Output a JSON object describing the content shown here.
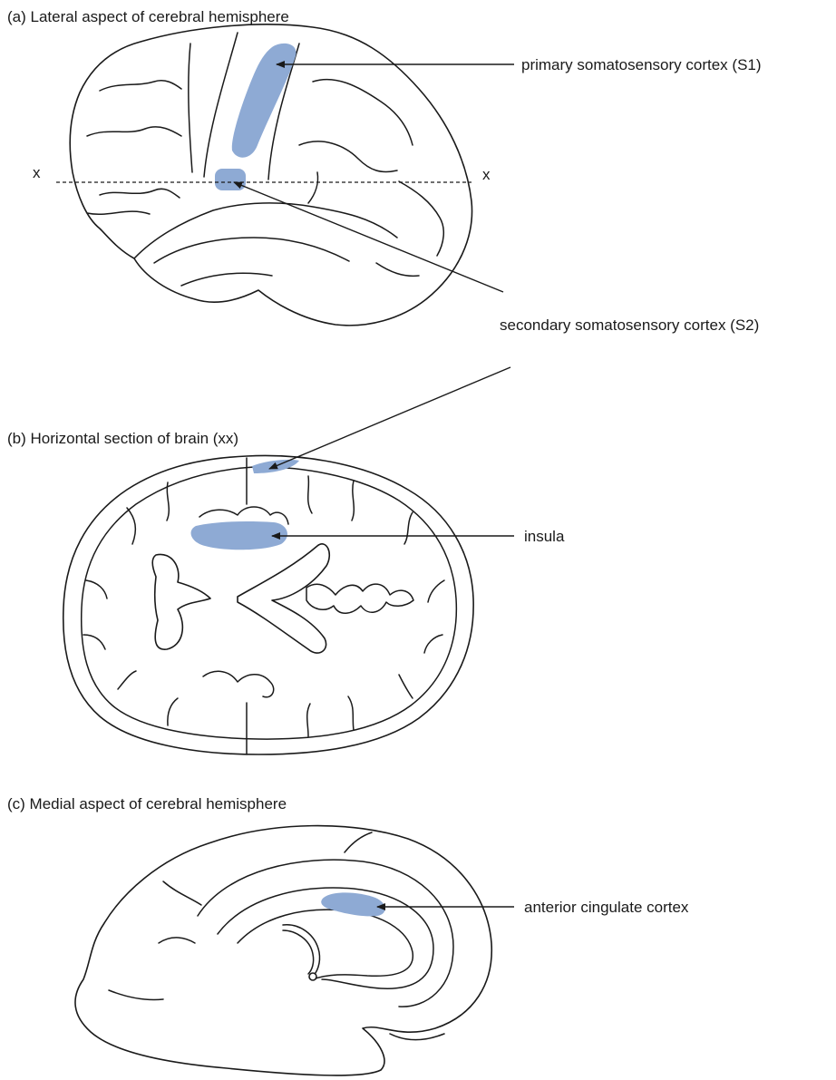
{
  "panels": {
    "a": {
      "caption": "(a) Lateral aspect of cerebral hemisphere",
      "plane_marker": "x"
    },
    "b": {
      "caption": "(b) Horizontal section of brain (xx)"
    },
    "c": {
      "caption": "(c) Medial aspect of cerebral hemisphere"
    }
  },
  "labels": {
    "s1": "primary somatosensory cortex (S1)",
    "s2": "secondary somatosensory cortex (S2)",
    "insula": "insula",
    "acc": "anterior cingulate cortex"
  },
  "colors": {
    "highlight": "#8eaad4",
    "line": "#1a1a1a",
    "background": "#ffffff"
  }
}
